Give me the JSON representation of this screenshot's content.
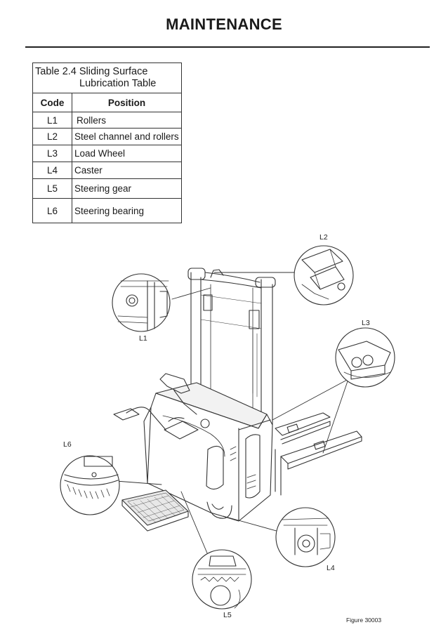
{
  "header": {
    "title": "MAINTENANCE"
  },
  "table": {
    "caption_line1": "Table 2.4 Sliding Surface",
    "caption_line2": "Lubrication Table",
    "col_code": "Code",
    "col_position": "Position",
    "rows": [
      {
        "code": "L1",
        "position": "Rollers"
      },
      {
        "code": "L2",
        "position": "Steel channel and rollers"
      },
      {
        "code": "L3",
        "position": "Load Wheel"
      },
      {
        "code": "L4",
        "position": "Caster"
      },
      {
        "code": "L5",
        "position": "Steering gear"
      },
      {
        "code": "L6",
        "position": "Steering bearing"
      }
    ]
  },
  "figure": {
    "callouts": {
      "l1": "L1",
      "l2": "L2",
      "l3": "L3",
      "l4": "L4",
      "l5": "L5",
      "l6": "L6"
    },
    "figure_id": "Figure 30003"
  },
  "colors": {
    "ink": "#1a1a1a",
    "line": "#333333"
  }
}
